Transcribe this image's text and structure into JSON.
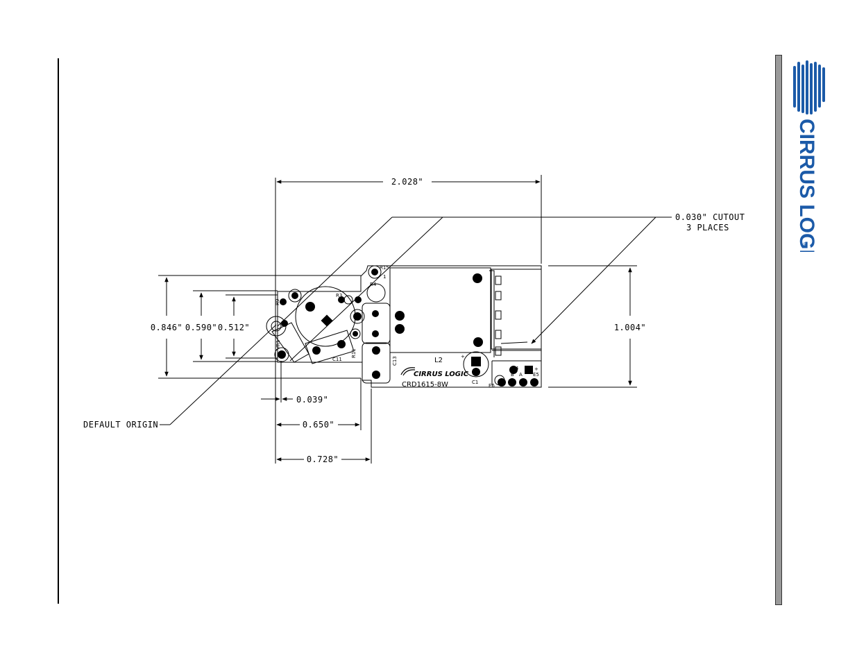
{
  "brand": {
    "logo_text": "CIRRUS LOGIC",
    "logo_mark": "®",
    "color": "#1b5aa8"
  },
  "dimensions": {
    "width_overall": "2.028\"",
    "height_left_outer": "0.846\"",
    "height_left_mid": "0.590\"",
    "height_left_inner": "0.512\"",
    "height_right": "1.004\"",
    "offset_origin": "0.039\"",
    "offset_step_1": "0.650\"",
    "offset_step_2": "0.728\""
  },
  "notes": {
    "cutout_line1": "0.030\" CUTOUT",
    "cutout_line2": "3 PLACES",
    "origin": "DEFAULT ORIGIN"
  },
  "board": {
    "name": "CRD1615-8W",
    "logo": "CIRRUS LOGIC",
    "refs": {
      "r9": "R9",
      "r3": "R3",
      "r4": "R4",
      "r15": "R15",
      "r11": "R11",
      "vr1": "VR1",
      "c11": "C11",
      "c13": "C13",
      "c1": "C1",
      "c4": "C4",
      "l2": "L2",
      "e5": "E5",
      "e6": "E6",
      "pin1": "1",
      "plus1": "+",
      "plus2": "+",
      "b": "B",
      "a": "A"
    }
  }
}
